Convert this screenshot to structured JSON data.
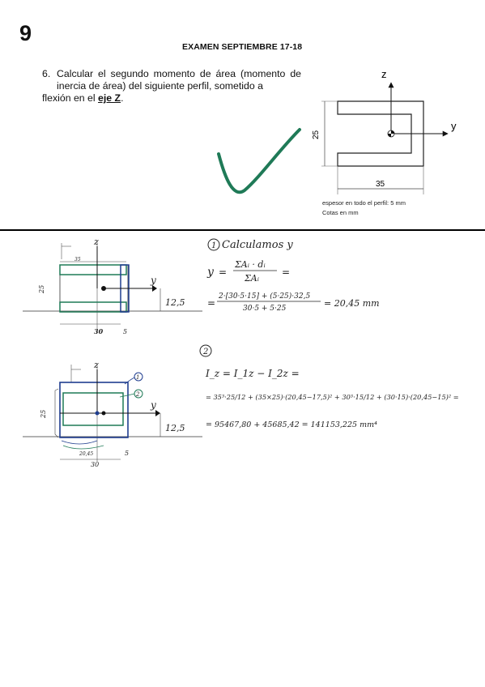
{
  "header": {
    "page_number": "9",
    "exam_title": "EXAMEN SEPTIEMBRE 17-18"
  },
  "question": {
    "number": "6.",
    "text": "Calcular el segundo momento de área (momento de inercia de área) del siguiente perfil, sometido a",
    "last_line_prefix": "flexión en el ",
    "axis_label": "eje Z",
    "last_line_suffix": "."
  },
  "figure": {
    "axis_z": "z",
    "axis_y": "y",
    "dim_height": "25",
    "dim_width": "35",
    "note_thickness": "espesor en todo el perfil: 5 mm",
    "note_units": "Cotas en mm",
    "check_color": "#1f7a57"
  },
  "solution": {
    "sketch1": {
      "axis_z": "z",
      "axis_y": "y",
      "dim_left": "25",
      "dim_top": "35",
      "dim_offset": "12,5",
      "dim_bottom": "30",
      "dim_small": "5"
    },
    "step1": {
      "marker": "1",
      "heading": "Calculamos y",
      "formula_lhs": "y",
      "formula_num": "ΣAᵢ · dᵢ",
      "formula_den": "ΣAᵢ",
      "formula_eq": "=",
      "calc_num": "2·[30·5·15] + (5·25)·32,5",
      "calc_den": "30·5 + 5·25",
      "calc_result": "= 20,45 mm"
    },
    "sketch2": {
      "axis_z": "z",
      "axis_y": "y",
      "dim_left": "25",
      "dim_offset": "12,5",
      "dim_inner": "20,45",
      "dim_bottom": "30",
      "dim_small": "5",
      "label_1": "1",
      "label_2": "2"
    },
    "step2": {
      "marker": "2",
      "expression": "I_z = I_1z − I_2z =",
      "expansion": "= 35³·25/12 + (35×25)·(20,45−17,5)² + 30³·15/12 + (30·15)·(20,45−15)² =",
      "result": "= 95467,80 + 45685,42 = 141153,225 mm⁴"
    },
    "colors": {
      "blue": "#1f3d8f",
      "green": "#1f7a57",
      "ink": "#222222"
    }
  }
}
